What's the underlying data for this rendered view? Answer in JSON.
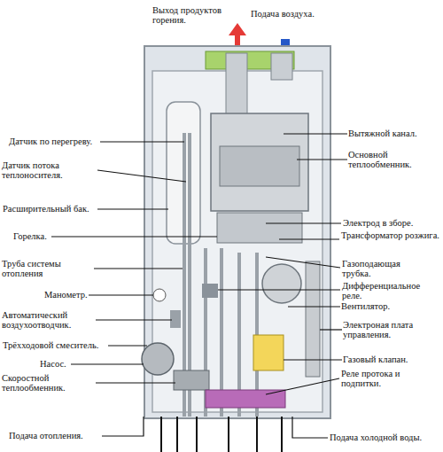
{
  "diagram": {
    "labels": [
      "Выход продуктов горения.",
      "Подача воздуха.",
      "Датчик по перегреву.",
      "Датчик потока теплоносителя.",
      "Расширительный бак.",
      "Горелка.",
      "Труба системы отопления",
      "Манометр.",
      "Автоматический воздухоотводчик.",
      "Трёхходовой смеситель.",
      "Насос.",
      "Скоростной теплообменник.",
      "Подача отопления.",
      "Вытяжной канал.",
      "Основной теплообменник.",
      "Электрод в зборе.",
      "Трансформатор розжига.",
      "Газоподающая трубка.",
      "Дифференциальное реле.",
      "Вентилятор.",
      "Электроная плата управления.",
      "Газовый клапан.",
      "Реле протока и подпитки.",
      "Подача холодной воды."
    ]
  }
}
